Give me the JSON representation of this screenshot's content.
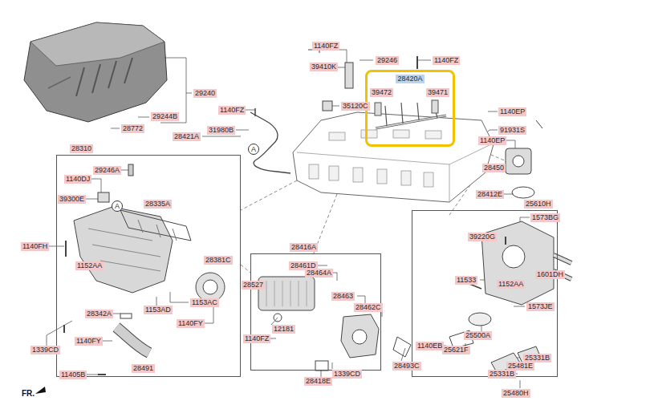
{
  "diagram": {
    "nodes": [
      {
        "text": [
          "28420A"
        ]
      },
      {
        "text": [
          "28310"
        ]
      },
      {
        "text": [
          "25610H"
        ]
      },
      {
        "text": [
          "28416A"
        ]
      }
    ],
    "labels": [
      "1140FZ",
      "29246",
      "1140FZ",
      "39410K",
      "29240",
      "1140FZ",
      "35120C",
      "29244B",
      "28772",
      "31980B",
      "28421A",
      "A",
      "29246A",
      "1140DJ",
      "39300E",
      "28335A",
      "A",
      "1140FH",
      "28381C",
      "1152AA",
      "1153AC",
      "1153AD",
      "28342A",
      "1140FY",
      "1140FY",
      "1339CD",
      "28491",
      "11405B",
      "FR.",
      "39472",
      "39471",
      "1140EP",
      "91931S",
      "1140EP",
      "28450",
      "28412E",
      "1573BG",
      "39220G",
      "1601DH",
      "11533",
      "1152AA",
      "1573JE",
      "25500A",
      "1140EB",
      "25621F",
      "25331B",
      "25481E",
      "25331B",
      "25480H",
      "28461D",
      "28464A",
      "28527",
      "28463",
      "28462C",
      "12181",
      "1140FZ",
      "1339CD",
      "28418E",
      "28493C"
    ]
  }
}
